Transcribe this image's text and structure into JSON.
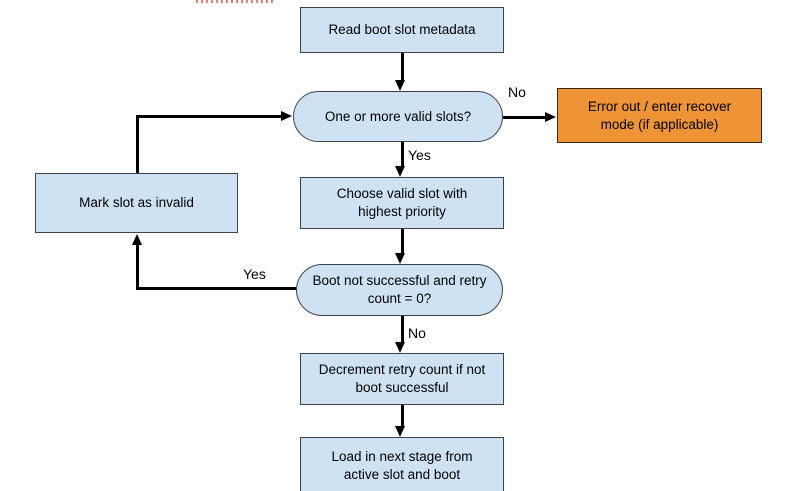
{
  "colors": {
    "process_fill": "#cfe2f3",
    "process_border": "#3d434a",
    "error_fill": "#ee9436",
    "error_border": "#38270d",
    "connector": "#000000",
    "text": "#000000",
    "artifact_red": "#dd7e7e"
  },
  "flowchart": {
    "nodes": {
      "read_metadata": {
        "label": "Read boot slot metadata"
      },
      "valid_slots": {
        "label": "One or more valid slots?"
      },
      "error_recover": {
        "label": "Error out / enter recover mode (if applicable)"
      },
      "choose_slot": {
        "label": "Choose valid slot with highest priority"
      },
      "boot_check": {
        "label": "Boot not successful and retry count = 0?"
      },
      "mark_invalid": {
        "label": "Mark slot as invalid"
      },
      "decrement_retry": {
        "label": "Decrement retry count if not boot successful"
      },
      "load_next_stage": {
        "label": "Load in next stage from active slot and boot"
      }
    },
    "edge_labels": {
      "valid_slots_no": "No",
      "valid_slots_yes": "Yes",
      "boot_check_yes": "Yes",
      "boot_check_no": "No"
    }
  }
}
